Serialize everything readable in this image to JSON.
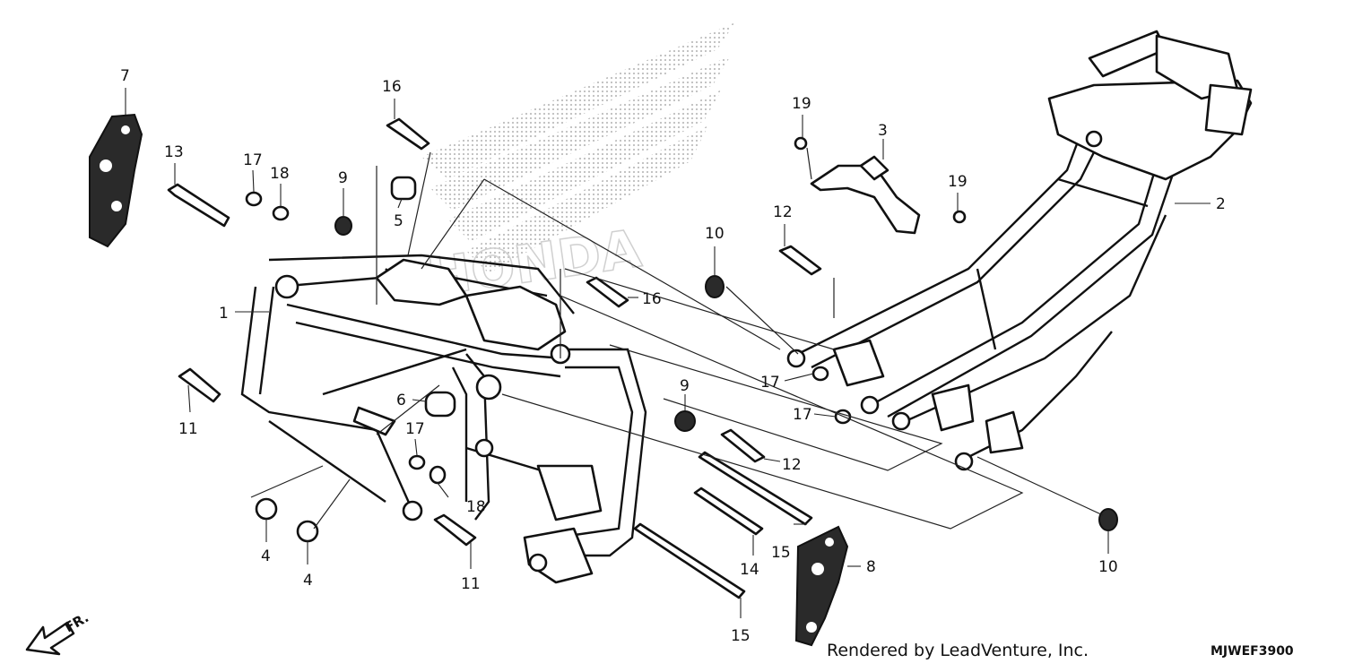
{
  "diagram": {
    "callouts": [
      "1",
      "2",
      "3",
      "4",
      "4",
      "5",
      "6",
      "7",
      "8",
      "9",
      "9",
      "10",
      "10",
      "11",
      "11",
      "12",
      "12",
      "13",
      "14",
      "15",
      "15",
      "16",
      "16",
      "17",
      "17",
      "17",
      "17",
      "18",
      "18",
      "19",
      "19"
    ],
    "direction_label": "FR.",
    "credit": "Rendered by LeadVenture, Inc.",
    "diagram_code": "MJWEF3900",
    "watermark_text": "HONDA"
  }
}
